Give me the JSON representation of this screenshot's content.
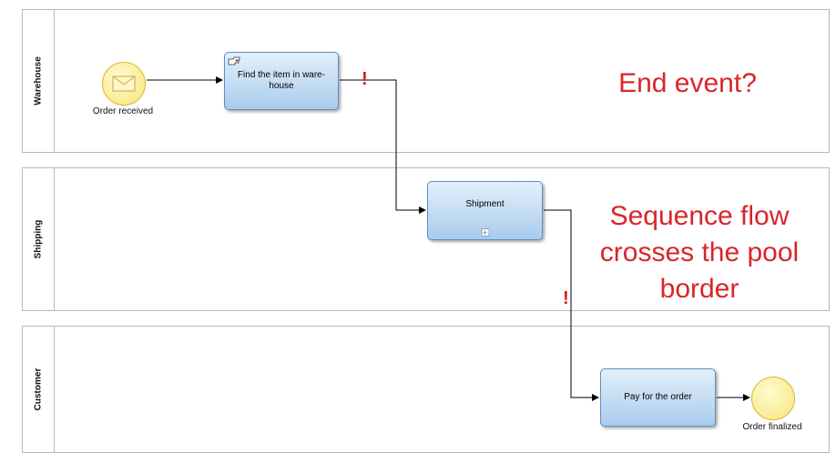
{
  "pools": [
    {
      "label": "Warehouse"
    },
    {
      "label": "Shipping"
    },
    {
      "label": "Customer"
    }
  ],
  "tasks": {
    "find_item": "Find the item in ware-\nhouse",
    "shipment": "Shipment",
    "pay": "Pay for the order"
  },
  "events": {
    "start": "Order received",
    "end": "Order finalized"
  },
  "annotations": {
    "end_event": "End event?",
    "sequence_flow": "Sequence flow\ncrosses the pool\nborder",
    "error_mark_1": "!",
    "error_mark_2": "!"
  },
  "colors": {
    "annotation_red": "#d9252a",
    "task_border": "#5b8fc7",
    "event_fill": "#f7e47a"
  }
}
